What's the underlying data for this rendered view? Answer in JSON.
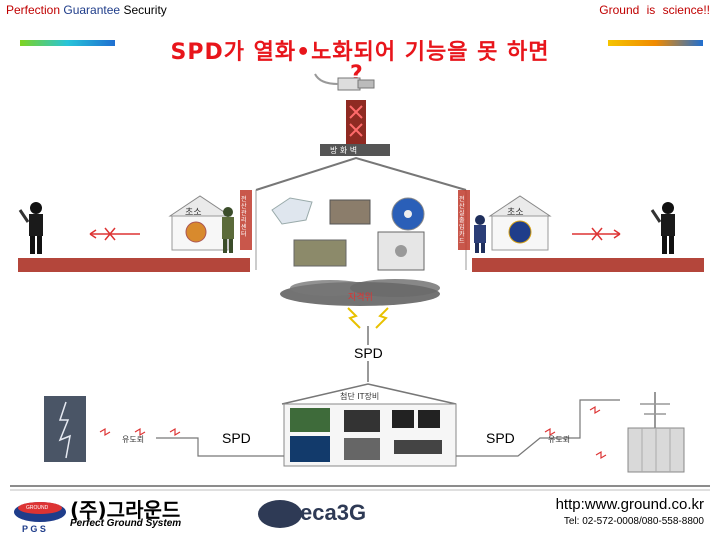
{
  "header": {
    "left_1": "Perfection",
    "left_2": "Guarantee",
    "left_3": "Security",
    "right": "Ground is science!!"
  },
  "title": "SPD가 열화•노화되어 기능을 못 하면",
  "question_mark": "?",
  "labels": {
    "tower_label": "방 화 벽",
    "post_left": "초소",
    "post_right": "초소",
    "pillar_left": "전산관리센터",
    "pillar_right": "전산실출입카드",
    "cloud_label": "자격위",
    "spd_center": "SPD",
    "spd_left": "SPD",
    "spd_right": "SPD",
    "it_roof": "첨단 IT장비",
    "line_left": "유도뢰",
    "line_right": "유도뢰"
  },
  "footer": {
    "logo_small": "GROUND",
    "logo_pgs": "P G S",
    "company_kr": "(주)그라운드",
    "company_en": "Perfect Ground System",
    "brand": "eca3G",
    "url": "http:www.ground.co.kr",
    "tel": "Tel: 02-572-0008/080-558-8800"
  },
  "colors": {
    "title": "#e8151b",
    "wall": "#b4463b",
    "pillar": "#8f2a22",
    "header_red": "#c00000",
    "header_blue": "#1f3d8a"
  }
}
